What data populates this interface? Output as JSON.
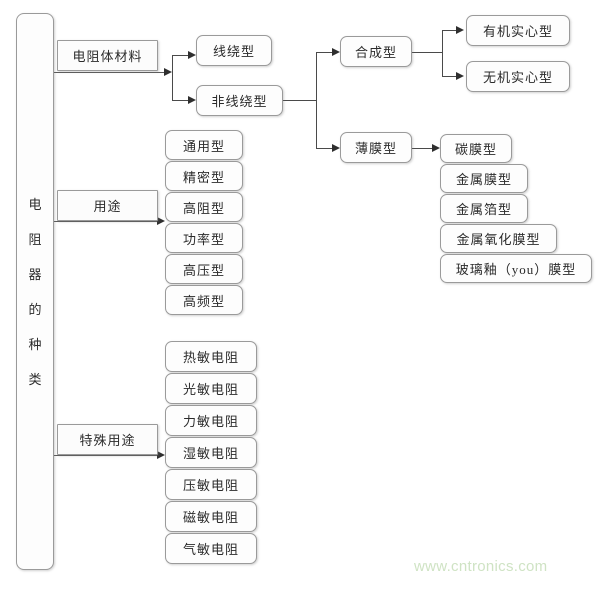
{
  "diagram": {
    "title": "电阻器的种类",
    "root": {
      "label_chars": [
        "电",
        "阻",
        "器",
        "的",
        "种",
        "类"
      ],
      "full_label": "电阻器的种类"
    },
    "branches": [
      {
        "id": "material",
        "label": "电阻体材料",
        "children": [
          {
            "id": "wirewound",
            "label": "线绕型"
          },
          {
            "id": "non-wirewound",
            "label": "非线绕型"
          }
        ]
      },
      {
        "id": "usage",
        "label": "用途",
        "children": [
          {
            "id": "general",
            "label": "通用型"
          },
          {
            "id": "precision",
            "label": "精密型"
          },
          {
            "id": "high-resistance",
            "label": "高阻型"
          },
          {
            "id": "power",
            "label": "功率型"
          },
          {
            "id": "high-voltage",
            "label": "高压型"
          },
          {
            "id": "high-frequency",
            "label": "高频型"
          }
        ]
      },
      {
        "id": "special-usage",
        "label": "特殊用途",
        "children": [
          {
            "id": "thermistor",
            "label": "热敏电阻"
          },
          {
            "id": "photoresistor",
            "label": "光敏电阻"
          },
          {
            "id": "force-sensitive",
            "label": "力敏电阻"
          },
          {
            "id": "humidity-sensitive",
            "label": "湿敏电阻"
          },
          {
            "id": "voltage-sensitive",
            "label": "压敏电阻"
          },
          {
            "id": "magneto-sensitive",
            "label": "磁敏电阻"
          },
          {
            "id": "gas-sensitive",
            "label": "气敏电阻"
          }
        ]
      }
    ],
    "non_wirewound_children": [
      {
        "id": "synthetic",
        "label": "合成型",
        "children": [
          {
            "id": "organic-solid",
            "label": "有机实心型"
          },
          {
            "id": "inorganic-solid",
            "label": "无机实心型"
          }
        ]
      },
      {
        "id": "film",
        "label": "薄膜型",
        "children": [
          {
            "id": "carbon-film",
            "label": "碳膜型"
          },
          {
            "id": "metal-film",
            "label": "金属膜型"
          },
          {
            "id": "metal-foil",
            "label": "金属箔型"
          },
          {
            "id": "metal-oxide-film",
            "label": "金属氧化膜型"
          },
          {
            "id": "glass-glaze-film",
            "label": "玻璃釉（you）膜型"
          }
        ]
      }
    ],
    "watermark": "www.cntronics.com",
    "colors": {
      "box_border": "#9a9a9a",
      "box_fill": "#fdfdfd",
      "connector": "#4a4a4a",
      "text": "#2b2b2b",
      "watermark": "#cfe3c4",
      "background": "#ffffff"
    }
  }
}
